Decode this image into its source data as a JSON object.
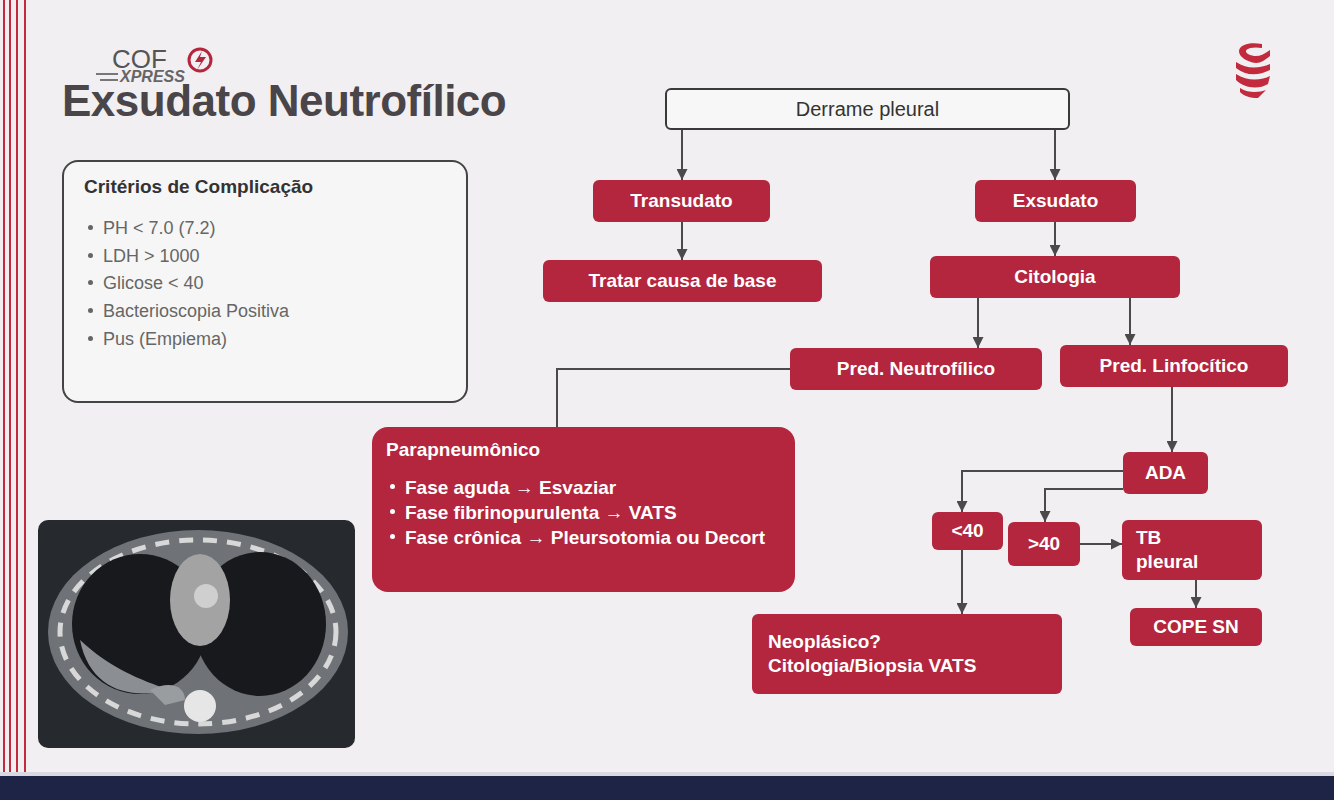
{
  "diagram": {
    "title": "Exsudato Neutrofílico",
    "nodes": [
      {
        "text": [
          "Critérios de Complicação",
          "PH < 7.0 (7.2)",
          "LDH > 1000",
          "Glicose < 40",
          "Bacterioscopia Positiva",
          "Pus (Empiema)"
        ]
      },
      {
        "text": [
          "Derrame pleural"
        ]
      },
      {
        "text": [
          "Transudato"
        ]
      },
      {
        "text": [
          "Exsudato"
        ]
      },
      {
        "text": [
          "Tratar causa de base"
        ]
      },
      {
        "text": [
          "Citologia"
        ]
      },
      {
        "text": [
          "Pred. Neutrofílico"
        ]
      },
      {
        "text": [
          "Pred. Linfocítico"
        ]
      },
      {
        "text": [
          "Parapneumônico",
          "Fase aguda → Esvaziar",
          "Fase fibrinopurulenta → VATS",
          "Fase crônica → Pleursotomia ou Decort"
        ]
      },
      {
        "text": [
          "ADA"
        ]
      },
      {
        "text": [
          "<40"
        ]
      },
      {
        "text": [
          ">40"
        ]
      },
      {
        "text": [
          "TB pleural"
        ]
      },
      {
        "text": [
          "COPE SN"
        ]
      },
      {
        "text": [
          "Neoplásico?",
          "Citologia/Biopsia VATS"
        ]
      }
    ],
    "edges": [
      {
        "from": 1,
        "to": 2,
        "arrow": "to"
      },
      {
        "from": 1,
        "to": 3,
        "arrow": "to"
      },
      {
        "from": 2,
        "to": 4,
        "arrow": "to"
      },
      {
        "from": 3,
        "to": 5,
        "arrow": "to"
      },
      {
        "from": 5,
        "to": 6,
        "arrow": "to"
      },
      {
        "from": 5,
        "to": 7,
        "arrow": "to"
      },
      {
        "from": 6,
        "to": 8,
        "arrow": "none"
      },
      {
        "from": 7,
        "to": 9,
        "arrow": "to"
      },
      {
        "from": 9,
        "to": 10,
        "arrow": "to"
      },
      {
        "from": 9,
        "to": 11,
        "arrow": "to"
      },
      {
        "from": 11,
        "to": 12,
        "arrow": "to"
      },
      {
        "from": 12,
        "to": 13,
        "arrow": "to"
      },
      {
        "from": 10,
        "to": 14,
        "arrow": "to"
      }
    ],
    "labels": [
      "COF",
      "XPRESS"
    ]
  }
}
